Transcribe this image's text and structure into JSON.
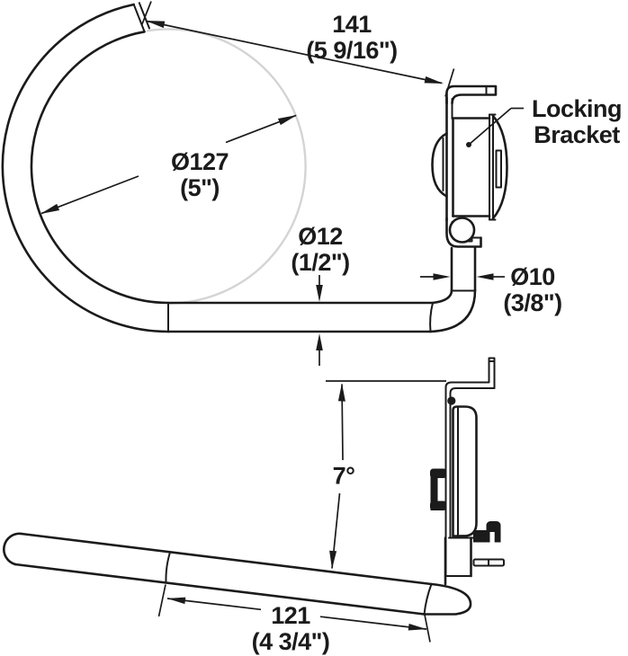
{
  "drawing": {
    "type": "technical-drawing",
    "subject": "Towel ring with locking bracket, two orthographic views",
    "colors": {
      "line": "#1b1b1b",
      "reference_circle": "#d4d4d4",
      "background": "#ffffff"
    },
    "dimensions": {
      "overall_length": {
        "mm": "141",
        "inch": "(5 9/16\")"
      },
      "ring_inner_diameter": {
        "mm": "Ø127",
        "inch": "(5\")"
      },
      "ring_tube_diameter": {
        "mm": "Ø12",
        "inch": "(1/2\")"
      },
      "post_diameter": {
        "mm": "Ø10",
        "inch": "(3/8\")"
      },
      "tilt_angle": {
        "value": "7°"
      },
      "arm_length": {
        "mm": "121",
        "inch": "(4 3/4\")"
      }
    },
    "callouts": {
      "locking_bracket": {
        "line1": "Locking",
        "line2": "Bracket"
      }
    }
  }
}
